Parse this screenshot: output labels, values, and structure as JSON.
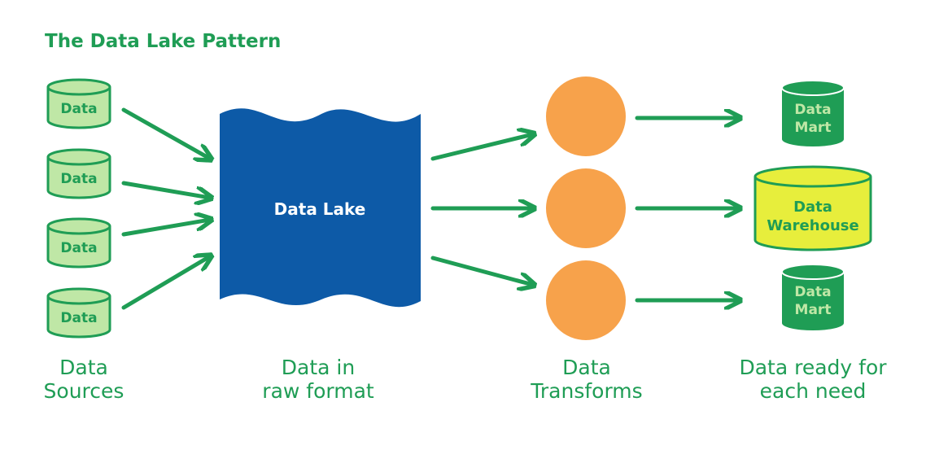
{
  "title": "The Data Lake Pattern",
  "colors": {
    "green": "#1f9d55",
    "light_green": "#bfe7a6",
    "lake_blue": "#0d5aa7",
    "orange": "#f7a24b",
    "yellow": "#e7ee3c",
    "white": "#ffffff"
  },
  "sources": [
    "Data",
    "Data",
    "Data",
    "Data"
  ],
  "lake": {
    "label": "Data Lake"
  },
  "outputs": [
    {
      "line1": "Data",
      "line2": "Mart"
    },
    {
      "line1": "Data",
      "line2": "Warehouse"
    },
    {
      "line1": "Data",
      "line2": "Mart"
    }
  ],
  "columns": {
    "sources": {
      "line1": "Data",
      "line2": "Sources"
    },
    "raw": {
      "line1": "Data in",
      "line2": "raw format"
    },
    "transforms": {
      "line1": "Data",
      "line2": "Transforms"
    },
    "ready": {
      "line1": "Data ready for",
      "line2": "each need"
    }
  }
}
